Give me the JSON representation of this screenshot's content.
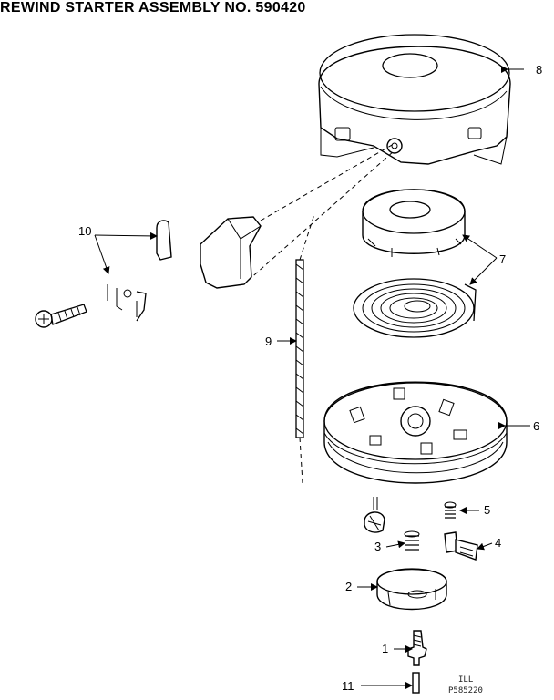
{
  "title": "REWIND STARTER ASSEMBLY NO. 590420",
  "callouts": [
    "1",
    "2",
    "3",
    "4",
    "5",
    "6",
    "7",
    "8",
    "9",
    "10",
    "11"
  ],
  "code_line1": "ILL",
  "code_line2": "P585220"
}
